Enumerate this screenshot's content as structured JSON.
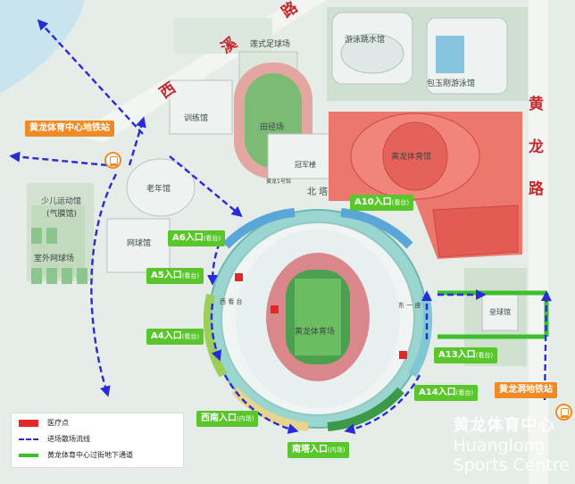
{
  "map": {
    "roads": {
      "west_road_chars": [
        "西",
        "溪",
        "路"
      ],
      "east_road_chars": [
        "黄",
        "龙",
        "路"
      ]
    },
    "buildings": {
      "swimming_diving": "游泳跳水馆",
      "baoyugang_pool": "包玉刚游泳馆",
      "yingcai_football": "莲式足球场",
      "training_hall": "训练馆",
      "track_field": "田径场",
      "champion_building": "冠军楼",
      "huanglong_gym": "黄龙体育馆",
      "main_stadium_label": "黄龙体育场",
      "elder_center": "老年馆",
      "children_sports": "少儿运动馆",
      "children_sports_sub": "(气膜馆)",
      "tennis_hall": "网球馆",
      "outdoor_tennis": "室外网球场",
      "bingqiu_hall": "垒球馆",
      "north_tower": "北 塔",
      "west_stand": "西 看 台",
      "east_block": "东 一 座",
      "gate_1_label": "黄龙1号馆"
    },
    "gates": {
      "a10": {
        "main": "A10入口",
        "sub": "(看台)"
      },
      "a6": {
        "main": "A6入口",
        "sub": "(看台)"
      },
      "a5": {
        "main": "A5入口",
        "sub": "(看台)"
      },
      "a4": {
        "main": "A4入口",
        "sub": "(看台)"
      },
      "a13": {
        "main": "A13入口",
        "sub": "(看台)"
      },
      "a14": {
        "main": "A14入口",
        "sub": "(看台)"
      },
      "southwest": {
        "main": "西南入口",
        "sub": "(内场)"
      },
      "south_tower": {
        "main": "南塔入口",
        "sub": "(内场)"
      }
    },
    "stations": {
      "huanglong_center": "黄龙体育中心地铁站",
      "huanglong_dong": "黄龙洞地铁站"
    },
    "legend": {
      "medical": "医疗点",
      "flow": "进场散场流线",
      "underpass": "黄龙体育中心过街地下通道"
    },
    "watermark": {
      "cn": "黄龙体育中心",
      "en1": "Huanglong",
      "en2": "Sports Centre"
    },
    "colors": {
      "walk_dash": "#2a2ad8",
      "medical": "#e32626",
      "gate_tag": "#59c72c",
      "station_tag": "#f08a24",
      "road_text": "#c5272f",
      "pitch": "#4aa04f"
    }
  }
}
